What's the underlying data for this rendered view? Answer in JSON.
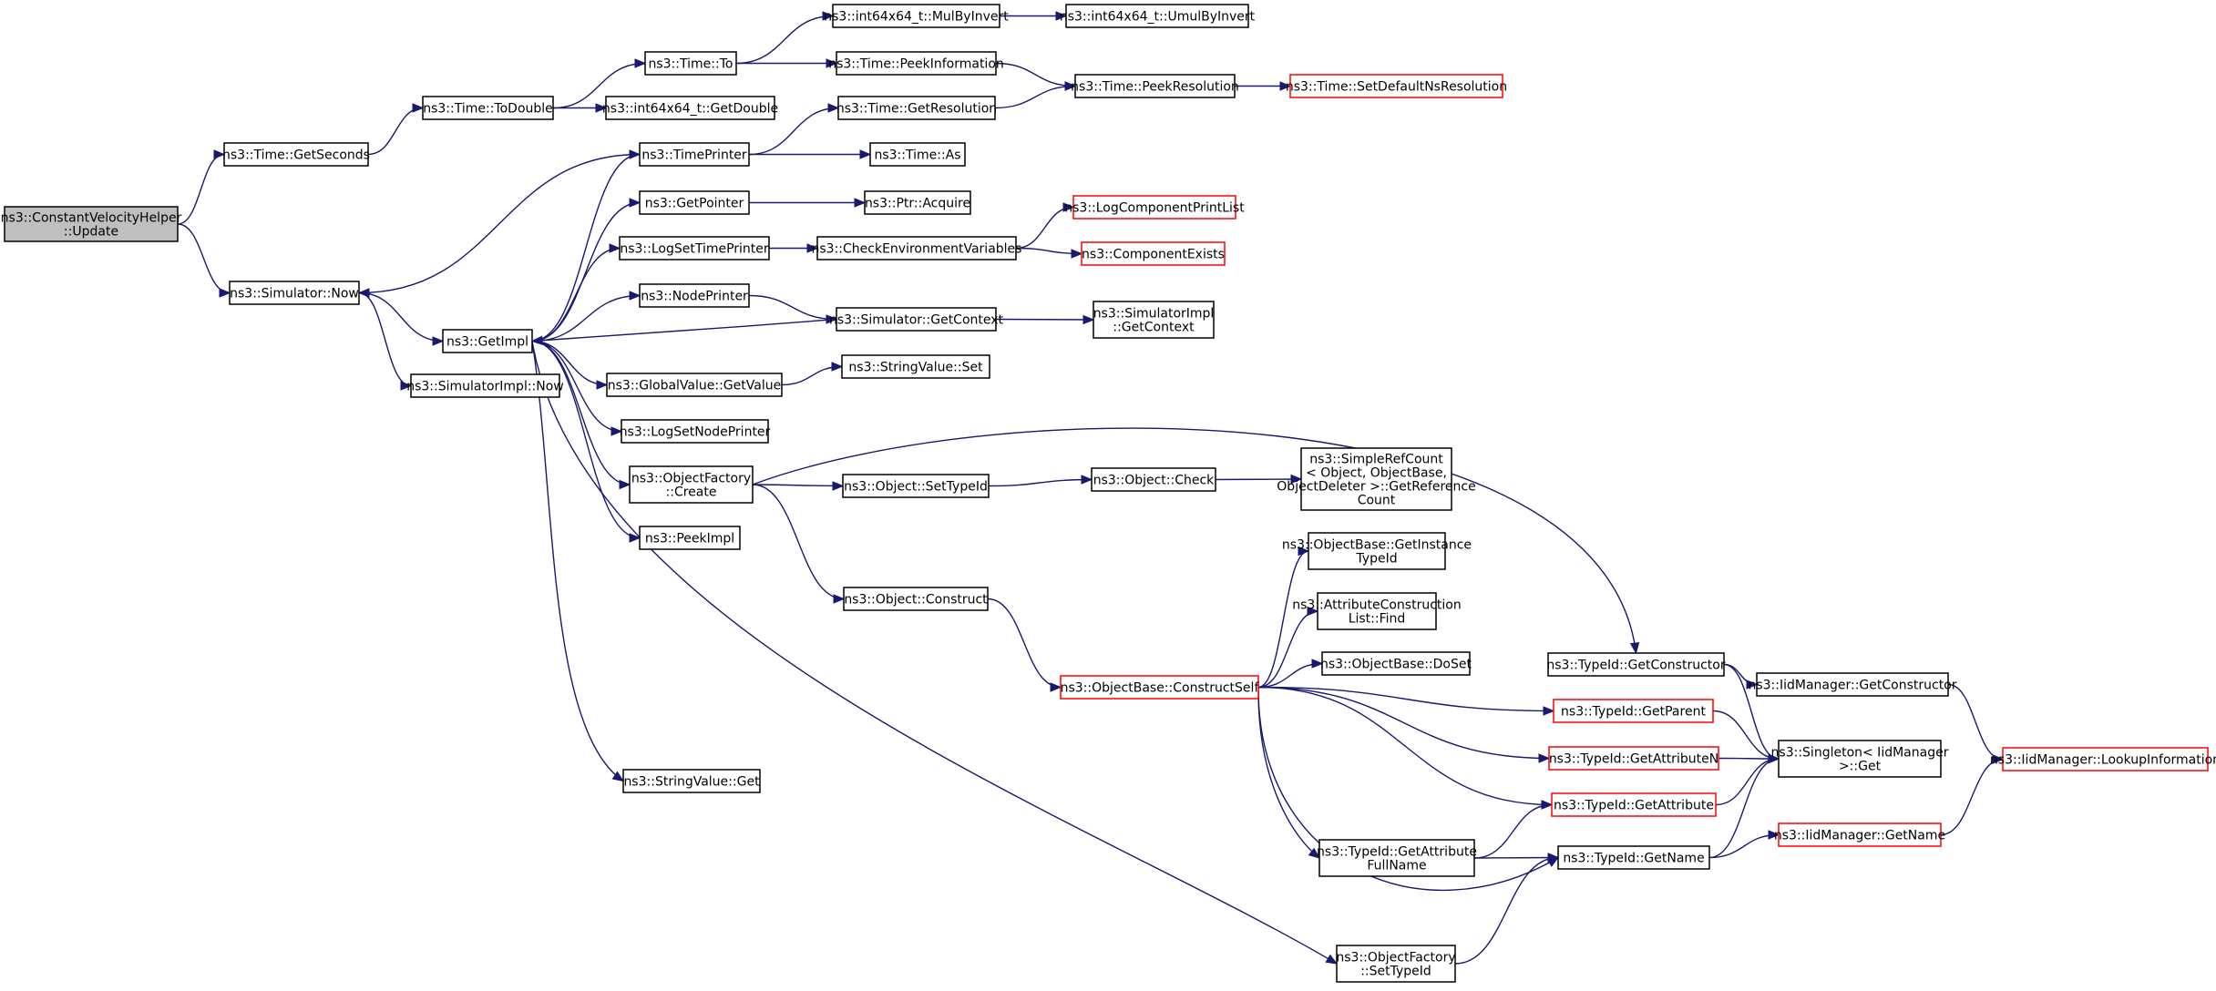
{
  "colors": {
    "edge": "#191970",
    "node_border": "#000000",
    "truncated_border": "#ff0000",
    "highlight_fill": "#bfbfbf"
  },
  "nodes": {
    "cvh_update": {
      "lines": [
        "ns3::ConstantVelocityHelper",
        "::Update"
      ],
      "style": "highlight"
    },
    "time_getseconds": {
      "lines": [
        "ns3::Time::GetSeconds"
      ]
    },
    "simulator_now": {
      "lines": [
        "ns3::Simulator::Now"
      ]
    },
    "time_todouble": {
      "lines": [
        "ns3::Time::ToDouble"
      ]
    },
    "time_to": {
      "lines": [
        "ns3::Time::To"
      ]
    },
    "i64_mulbyinvert": {
      "lines": [
        "ns3::int64x64_t::MulByInvert"
      ]
    },
    "i64_umulbyinvert": {
      "lines": [
        "ns3::int64x64_t::UmulByInvert"
      ]
    },
    "time_peekinformation": {
      "lines": [
        "ns3::Time::PeekInformation"
      ]
    },
    "time_peekresolution": {
      "lines": [
        "ns3::Time::PeekResolution"
      ]
    },
    "time_setdefaultnsresolution": {
      "lines": [
        "ns3::Time::SetDefaultNsResolution"
      ],
      "style": "truncated"
    },
    "i64_getdouble": {
      "lines": [
        "ns3::int64x64_t::GetDouble"
      ]
    },
    "time_getresolution": {
      "lines": [
        "ns3::Time::GetResolution"
      ]
    },
    "timeprinter": {
      "lines": [
        "ns3::TimePrinter"
      ]
    },
    "time_as": {
      "lines": [
        "ns3::Time::As"
      ]
    },
    "getpointer": {
      "lines": [
        "ns3::GetPointer"
      ]
    },
    "ptr_acquire": {
      "lines": [
        "ns3::Ptr::Acquire"
      ]
    },
    "logsettimeprinter": {
      "lines": [
        "ns3::LogSetTimePrinter"
      ]
    },
    "checkenvvars": {
      "lines": [
        "ns3::CheckEnvironmentVariables"
      ]
    },
    "logcomponentprintlist": {
      "lines": [
        "ns3::LogComponentPrintList"
      ],
      "style": "truncated"
    },
    "componentexists": {
      "lines": [
        "ns3::ComponentExists"
      ],
      "style": "truncated"
    },
    "nodeprinter": {
      "lines": [
        "ns3::NodePrinter"
      ]
    },
    "simulator_getcontext": {
      "lines": [
        "ns3::Simulator::GetContext"
      ]
    },
    "simulatorimpl_getcontext": {
      "lines": [
        "ns3::SimulatorImpl",
        "::GetContext"
      ]
    },
    "getimpl": {
      "lines": [
        "ns3::GetImpl"
      ]
    },
    "simulatorimpl_now": {
      "lines": [
        "ns3::SimulatorImpl::Now"
      ]
    },
    "globalvalue_getvalue": {
      "lines": [
        "ns3::GlobalValue::GetValue"
      ]
    },
    "stringvalue_set": {
      "lines": [
        "ns3::StringValue::Set"
      ]
    },
    "logsetnodeprinter": {
      "lines": [
        "ns3::LogSetNodePrinter"
      ]
    },
    "objectfactory_create": {
      "lines": [
        "ns3::ObjectFactory",
        "::Create"
      ]
    },
    "object_settypeid": {
      "lines": [
        "ns3::Object::SetTypeId"
      ]
    },
    "object_check": {
      "lines": [
        "ns3::Object::Check"
      ]
    },
    "simplerefcount": {
      "lines": [
        "ns3::SimpleRefCount",
        "< Object, ObjectBase,",
        " ObjectDeleter >::GetReference",
        "Count"
      ]
    },
    "peekimpl": {
      "lines": [
        "ns3::PeekImpl"
      ]
    },
    "object_construct": {
      "lines": [
        "ns3::Object::Construct"
      ]
    },
    "objectbase_getinstancetypeid": {
      "lines": [
        "ns3::ObjectBase::GetInstance",
        "TypeId"
      ]
    },
    "attrconstructionlist_find": {
      "lines": [
        "ns3::AttributeConstruction",
        "List::Find"
      ]
    },
    "objectbase_doset": {
      "lines": [
        "ns3::ObjectBase::DoSet"
      ]
    },
    "objectbase_constructself": {
      "lines": [
        "ns3::ObjectBase::ConstructSelf"
      ],
      "style": "truncated"
    },
    "typeid_getconstructor": {
      "lines": [
        "ns3::TypeId::GetConstructor"
      ]
    },
    "iidmanager_getconstructor": {
      "lines": [
        "ns3::IidManager::GetConstructor"
      ]
    },
    "typeid_getparent": {
      "lines": [
        "ns3::TypeId::GetParent"
      ],
      "style": "truncated"
    },
    "singleton_get": {
      "lines": [
        "ns3::Singleton< IidManager",
        " >::Get"
      ]
    },
    "iidmanager_lookupinformation": {
      "lines": [
        "ns3::IidManager::LookupInformation"
      ],
      "style": "truncated"
    },
    "typeid_getattributen": {
      "lines": [
        "ns3::TypeId::GetAttributeN"
      ],
      "style": "truncated"
    },
    "typeid_getattribute": {
      "lines": [
        "ns3::TypeId::GetAttribute"
      ],
      "style": "truncated"
    },
    "iidmanager_getname": {
      "lines": [
        "ns3::IidManager::GetName"
      ],
      "style": "truncated"
    },
    "typeid_getattributefullname": {
      "lines": [
        "ns3::TypeId::GetAttribute",
        "FullName"
      ]
    },
    "typeid_getname": {
      "lines": [
        "ns3::TypeId::GetName"
      ]
    },
    "stringvalue_get": {
      "lines": [
        "ns3::StringValue::Get"
      ]
    },
    "objectfactory_settypeid": {
      "lines": [
        "ns3::ObjectFactory",
        "::SetTypeId"
      ]
    }
  },
  "edges": [
    [
      "cvh_update",
      "time_getseconds"
    ],
    [
      "cvh_update",
      "simulator_now"
    ],
    [
      "time_getseconds",
      "time_todouble"
    ],
    [
      "time_todouble",
      "time_to"
    ],
    [
      "time_todouble",
      "i64_getdouble"
    ],
    [
      "time_to",
      "i64_mulbyinvert"
    ],
    [
      "time_to",
      "time_peekinformation"
    ],
    [
      "i64_mulbyinvert",
      "i64_umulbyinvert"
    ],
    [
      "time_peekinformation",
      "time_peekresolution"
    ],
    [
      "time_peekresolution",
      "time_setdefaultnsresolution"
    ],
    [
      "time_getresolution",
      "time_peekresolution"
    ],
    [
      "timeprinter",
      "time_getresolution"
    ],
    [
      "timeprinter",
      "time_as"
    ],
    [
      "timeprinter",
      "simulator_now"
    ],
    [
      "simulator_now",
      "getimpl"
    ],
    [
      "simulator_now",
      "simulatorimpl_now"
    ],
    [
      "getimpl",
      "timeprinter"
    ],
    [
      "getimpl",
      "getpointer"
    ],
    [
      "getimpl",
      "logsettimeprinter"
    ],
    [
      "getimpl",
      "nodeprinter"
    ],
    [
      "getimpl",
      "globalvalue_getvalue"
    ],
    [
      "getimpl",
      "logsetnodeprinter"
    ],
    [
      "getimpl",
      "objectfactory_create"
    ],
    [
      "getimpl",
      "peekimpl"
    ],
    [
      "getimpl",
      "stringvalue_get"
    ],
    [
      "getimpl",
      "objectfactory_settypeid"
    ],
    [
      "getpointer",
      "ptr_acquire"
    ],
    [
      "logsettimeprinter",
      "checkenvvars"
    ],
    [
      "checkenvvars",
      "logcomponentprintlist"
    ],
    [
      "checkenvvars",
      "componentexists"
    ],
    [
      "nodeprinter",
      "simulator_getcontext"
    ],
    [
      "simulator_getcontext",
      "simulatorimpl_getcontext"
    ],
    [
      "simulator_getcontext",
      "getimpl"
    ],
    [
      "globalvalue_getvalue",
      "stringvalue_set"
    ],
    [
      "objectfactory_create",
      "object_settypeid"
    ],
    [
      "objectfactory_create",
      "object_construct"
    ],
    [
      "objectfactory_create",
      "typeid_getconstructor"
    ],
    [
      "object_settypeid",
      "object_check"
    ],
    [
      "object_check",
      "simplerefcount"
    ],
    [
      "object_construct",
      "objectbase_constructself"
    ],
    [
      "objectbase_constructself",
      "objectbase_getinstancetypeid"
    ],
    [
      "objectbase_constructself",
      "attrconstructionlist_find"
    ],
    [
      "objectbase_constructself",
      "objectbase_doset"
    ],
    [
      "objectbase_constructself",
      "typeid_getparent"
    ],
    [
      "objectbase_constructself",
      "typeid_getattributen"
    ],
    [
      "objectbase_constructself",
      "typeid_getattribute"
    ],
    [
      "objectbase_constructself",
      "typeid_getattributefullname"
    ],
    [
      "objectbase_constructself",
      "typeid_getname"
    ],
    [
      "typeid_getconstructor",
      "iidmanager_getconstructor"
    ],
    [
      "typeid_getconstructor",
      "singleton_get"
    ],
    [
      "iidmanager_getconstructor",
      "iidmanager_lookupinformation"
    ],
    [
      "typeid_getparent",
      "singleton_get"
    ],
    [
      "typeid_getattributen",
      "singleton_get"
    ],
    [
      "typeid_getattribute",
      "singleton_get"
    ],
    [
      "typeid_getattributefullname",
      "typeid_getattribute"
    ],
    [
      "typeid_getattributefullname",
      "typeid_getname"
    ],
    [
      "typeid_getname",
      "singleton_get"
    ],
    [
      "typeid_getname",
      "iidmanager_getname"
    ],
    [
      "iidmanager_getname",
      "iidmanager_lookupinformation"
    ],
    [
      "objectfactory_settypeid",
      "typeid_getname"
    ]
  ]
}
